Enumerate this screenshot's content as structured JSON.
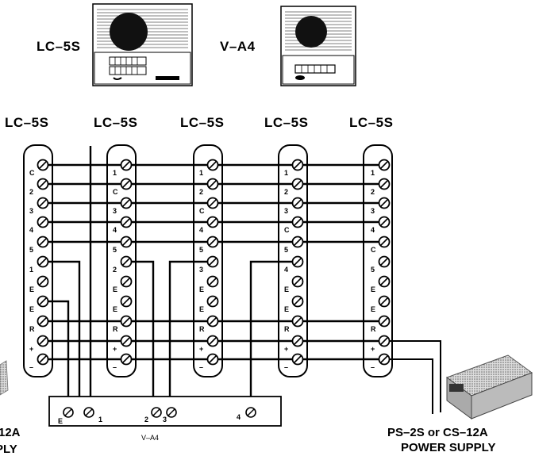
{
  "header": {
    "unit1_label": "LC–5S",
    "unit2_label": "V–A4"
  },
  "stations": [
    {
      "label": "LC–5S",
      "terminals": [
        "C",
        "2",
        "3",
        "4",
        "5",
        "1",
        "E",
        "E",
        "R",
        "+",
        "–"
      ]
    },
    {
      "label": "LC–5S",
      "terminals": [
        "1",
        "C",
        "3",
        "4",
        "5",
        "2",
        "E",
        "E",
        "R",
        "+",
        "–"
      ]
    },
    {
      "label": "LC–5S",
      "terminals": [
        "1",
        "2",
        "C",
        "4",
        "5",
        "3",
        "E",
        "E",
        "R",
        "+",
        "–"
      ]
    },
    {
      "label": "LC–5S",
      "terminals": [
        "1",
        "2",
        "3",
        "C",
        "5",
        "4",
        "E",
        "E",
        "R",
        "+",
        "–"
      ]
    },
    {
      "label": "LC–5S",
      "terminals": [
        "1",
        "2",
        "3",
        "4",
        "C",
        "5",
        "E",
        "E",
        "R",
        "+",
        "–"
      ]
    }
  ],
  "va4_board": {
    "label": "V–A4",
    "terminals": [
      "E",
      "1",
      "2",
      "3",
      "4"
    ]
  },
  "power_supply": {
    "label_line1": "PS–2S or CS–12A",
    "label_line2": "POWER SUPPLY"
  },
  "left_partial": {
    "line1": "12A",
    "line2": "PLY"
  }
}
